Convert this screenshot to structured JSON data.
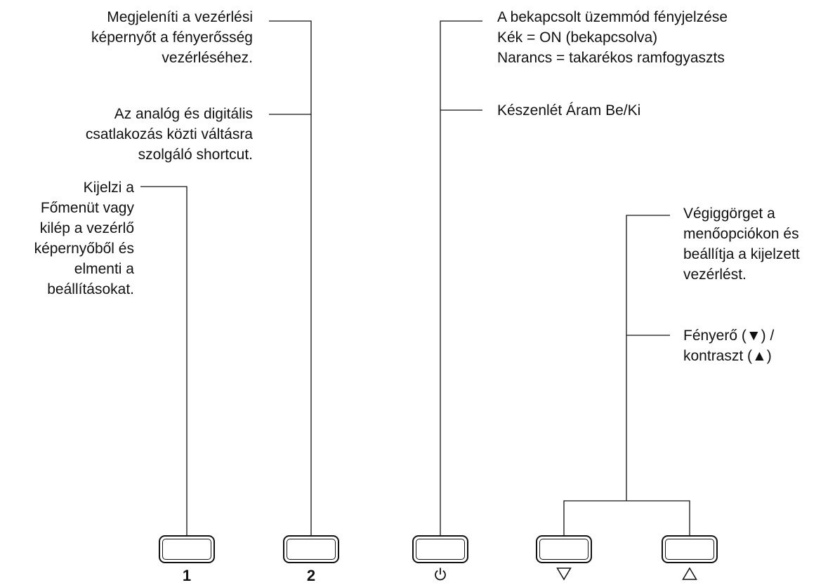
{
  "callouts": {
    "control_screen": "Megjeleníti a vezérlési\nképernyőt a fényerősség\nvezérléséhez.",
    "shortcut": "Az analóg és digitális\ncsatlakozás közti váltásra\nszolgáló shortcut.",
    "main_menu": "Kijelzi a\nFőmenüt vagy\nkilép a vezérlő\nképernyőből és\nelmenti a\nbeállításokat.",
    "power_indicator": "A bekapcsolt üzemmód fényjelzése\nKék = ON (bekapcsolva)\nNarancs = takarékos ramfogyaszts",
    "standby": "Készenlét Áram Be/Ki",
    "scroll": "Végiggörget a\nmenőopciókon és\nbeállítja a kijelzett\nvezérlést.",
    "brightness_contrast": "Fényerő (▼) /\nkontraszt  (▲)"
  },
  "buttons": [
    {
      "id": "button-1",
      "label": "1",
      "icon": "digit-one"
    },
    {
      "id": "button-2",
      "label": "2",
      "icon": "digit-two"
    },
    {
      "id": "power-button",
      "label": "",
      "icon": "power-icon"
    },
    {
      "id": "down-button",
      "label": "",
      "icon": "triangle-down-outline-icon"
    },
    {
      "id": "up-button",
      "label": "",
      "icon": "triangle-up-outline-icon"
    }
  ]
}
